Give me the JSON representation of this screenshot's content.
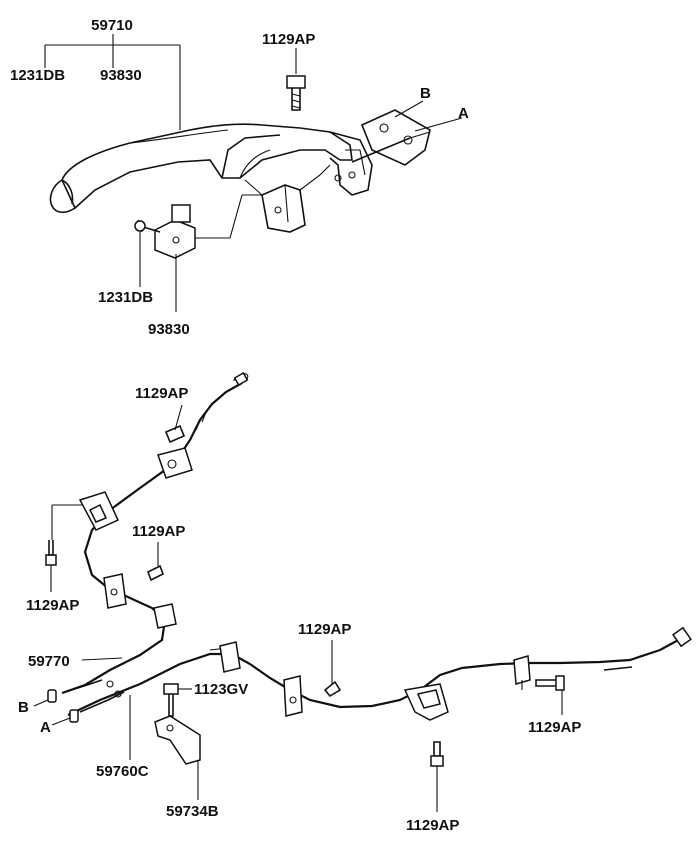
{
  "labels": {
    "lever_assy": "59710",
    "grip_bolt": "1231DB",
    "switch_top": "93830",
    "lever_bolt": "1129AP",
    "letter_b_top": "B",
    "letter_a_top": "A",
    "bolt_switch": "1231DB",
    "switch_bottom": "93830",
    "cable_bolt_1": "1129AP",
    "cable_bolt_2": "1129AP",
    "cable_bolt_3": "1129AP",
    "cable_bolt_4": "1129AP",
    "cable_bolt_5": "1129AP",
    "cable_bolt_6": "1129AP",
    "rear_cable_right": "59770",
    "rear_cable_left": "59760C",
    "equalizer_bolt": "1123GV",
    "equalizer": "59734B",
    "letter_b_bottom": "B",
    "letter_a_bottom": "A"
  }
}
